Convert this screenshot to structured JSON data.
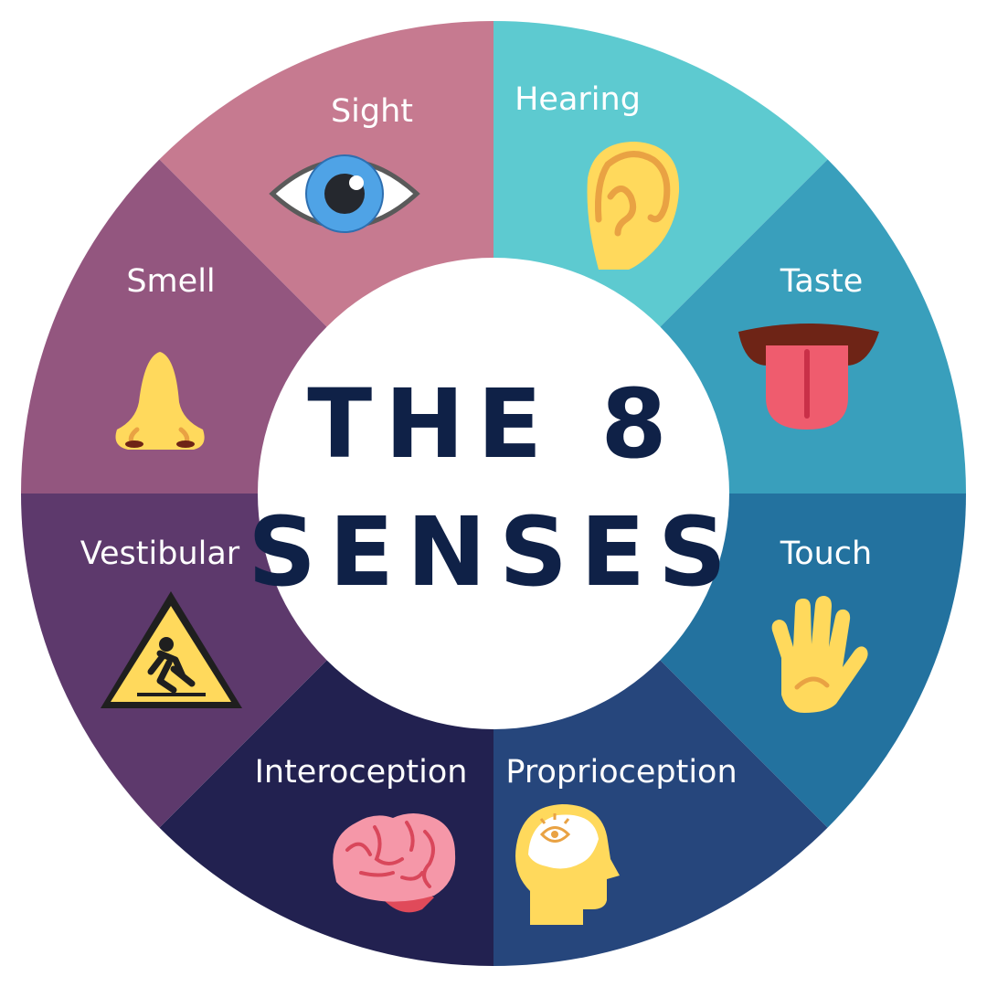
{
  "title": {
    "line1": "THE 8",
    "line2": "SENSES"
  },
  "segments": [
    {
      "id": "sight",
      "label": "Sight",
      "color": "#c67a90",
      "icon": "eye-icon"
    },
    {
      "id": "hearing",
      "label": "Hearing",
      "color": "#5dcad0",
      "icon": "ear-icon"
    },
    {
      "id": "taste",
      "label": "Taste",
      "color": "#399fbc",
      "icon": "tongue-icon"
    },
    {
      "id": "touch",
      "label": "Touch",
      "color": "#23729f",
      "icon": "hand-icon"
    },
    {
      "id": "proprioception",
      "label": "Proprioception",
      "color": "#26467c",
      "icon": "head-with-eye-icon"
    },
    {
      "id": "interoception",
      "label": "Interoception",
      "color": "#222150",
      "icon": "brain-icon"
    },
    {
      "id": "vestibular",
      "label": "Vestibular",
      "color": "#5d396c",
      "icon": "slippery-floor-warning-icon"
    },
    {
      "id": "smell",
      "label": "Smell",
      "color": "#93567f",
      "icon": "nose-icon"
    }
  ],
  "center_color": "#ffffff"
}
